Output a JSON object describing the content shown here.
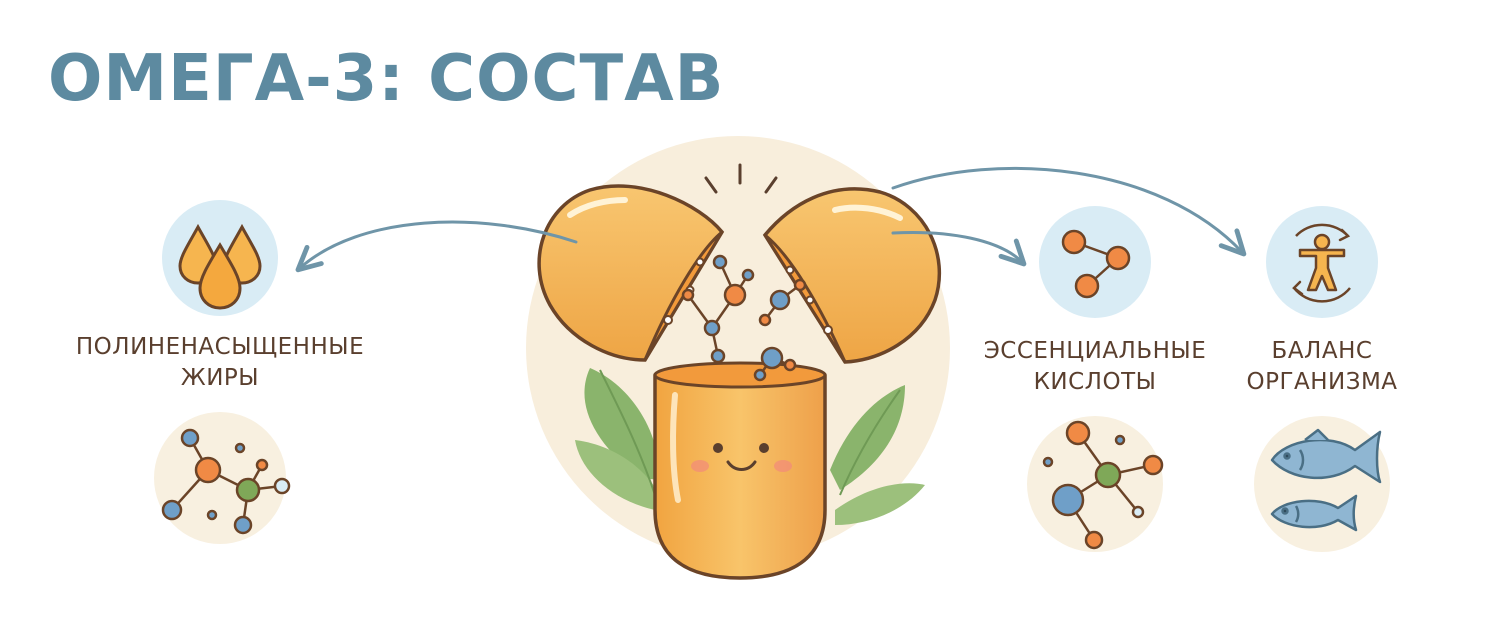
{
  "header": {
    "title": "ОМЕГА-3: СОСТАВ"
  },
  "labels": {
    "pufa": [
      "ПОЛИНЕНАСЫЩЕННЫЕ",
      "ЖИРЫ"
    ],
    "essential": [
      "ЭССЕНЦИАЛЬНЫЕ",
      "КИСЛОТЫ"
    ],
    "balance": [
      "БАЛАНС",
      "ОРГАНИЗМА"
    ]
  },
  "icons": {
    "pufa": "oil-drops-icon",
    "essential": "molecule-icon",
    "balance": "body-balance-icon",
    "pufa_bottom": "molecule-icon",
    "essential_bottom": "molecule-icon",
    "balance_bottom": "fish-icon"
  },
  "colors": {
    "title": "#5d8aa0",
    "label": "#5a3f2e",
    "circle_blue": "#d9ecf5",
    "circle_cream": "#f8f0e0",
    "capsule": "#f4b24e",
    "atom_orange": "#f08a45",
    "atom_blue": "#6f9fc8",
    "atom_green": "#7fa858",
    "arrow": "#6f95a8",
    "leaf": "#86b06a"
  }
}
